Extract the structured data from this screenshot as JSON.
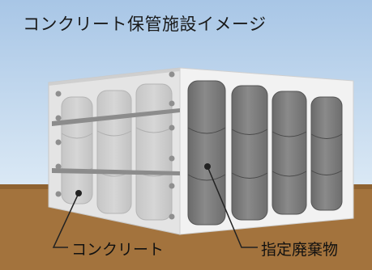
{
  "diagram": {
    "title": "コンクリート保管施設イメージ",
    "labels": {
      "concrete": "コンクリート",
      "waste": "指定廃棄物"
    },
    "colors": {
      "sky_top": "#aac8e8",
      "sky_bottom": "#d8e8f6",
      "ground": "#a0703a",
      "ground_dark": "#7e5428",
      "concrete_front": "#e6e6e6",
      "concrete_side": "#f4f4f4",
      "concrete_top": "#d0d0d0",
      "barrel_fill": "#7f7f7f",
      "barrel_light": "#bdbdbd",
      "band": "#8a8a8a",
      "bolt": "#909090",
      "leader": "#222222"
    }
  }
}
